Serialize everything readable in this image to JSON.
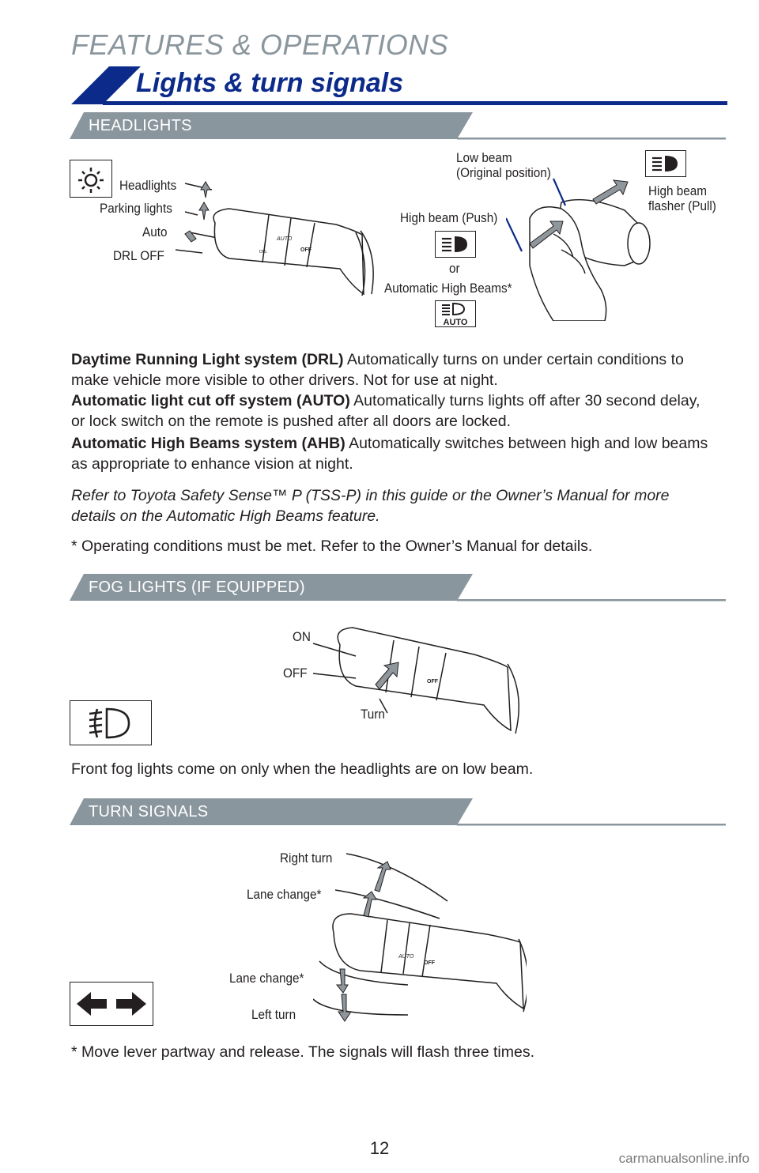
{
  "header": {
    "section": "FEATURES & OPERATIONS",
    "title": "Lights & turn signals"
  },
  "headlights": {
    "band_label": "HEADLIGHTS",
    "labels": {
      "headlights": "Headlights",
      "parking": "Parking lights",
      "auto": "Auto",
      "drl_off": "DRL OFF",
      "low_beam_1": "Low beam",
      "low_beam_2": "(Original position)",
      "high_flasher_1": "High beam",
      "high_flasher_2": "flasher (Pull)",
      "high_push": "High beam (Push)",
      "or": "or",
      "ahb": "Automatic High Beams*",
      "auto_icon_text": "AUTO"
    },
    "lever_text": {
      "auto": "AUTO",
      "off": "OFF",
      "drl": "DRL"
    },
    "paragraphs": [
      {
        "bold": "Daytime Running Light system (DRL)",
        "text": " Automatically turns on under certain conditions to make vehicle more visible to other drivers. Not for use at night."
      },
      {
        "bold": "Automatic light cut off system (AUTO)",
        "text": " Automatically turns lights off after 30 second delay, or lock switch on the remote is pushed after all doors are locked."
      },
      {
        "bold": "Automatic High Beams system (AHB)",
        "text": " Automatically switches between high and low beams as appropriate to enhance vision at night."
      }
    ],
    "note_italic": "Refer to Toyota Safety Sense™ P (TSS-P) in this guide or the Owner’s Manual for more details on the Automatic High Beams feature.",
    "footnote": "* Operating conditions must be met. Refer to the Owner’s Manual for details."
  },
  "fog": {
    "band_label": "FOG LIGHTS (IF EQUIPPED)",
    "labels": {
      "on": "ON",
      "off": "OFF",
      "turn": "Turn"
    },
    "lever_text": {
      "off": "OFF"
    },
    "text": "Front fog lights come on only when the headlights are on low beam."
  },
  "turn": {
    "band_label": "TURN SIGNALS",
    "labels": {
      "right_turn": "Right turn",
      "lane_change_up": "Lane change*",
      "lane_change_down": "Lane change*",
      "left_turn": "Left turn"
    },
    "lever_text": {
      "auto": "AUTO",
      "off": "OFF"
    },
    "footnote": "* Move lever partway and release. The signals will flash three times."
  },
  "footer": {
    "page_number": "12",
    "watermark": "carmanualsonline.info"
  },
  "colors": {
    "title_blue": "#0b2a8a",
    "band_gray": "#8a969d",
    "arrow_gray": "#8f979c",
    "callout_blue": "#0b2a8a"
  },
  "icons": [
    "headlight-icon",
    "high-beam-icon",
    "auto-high-beam-icon",
    "fog-light-icon",
    "turn-signal-icon"
  ]
}
